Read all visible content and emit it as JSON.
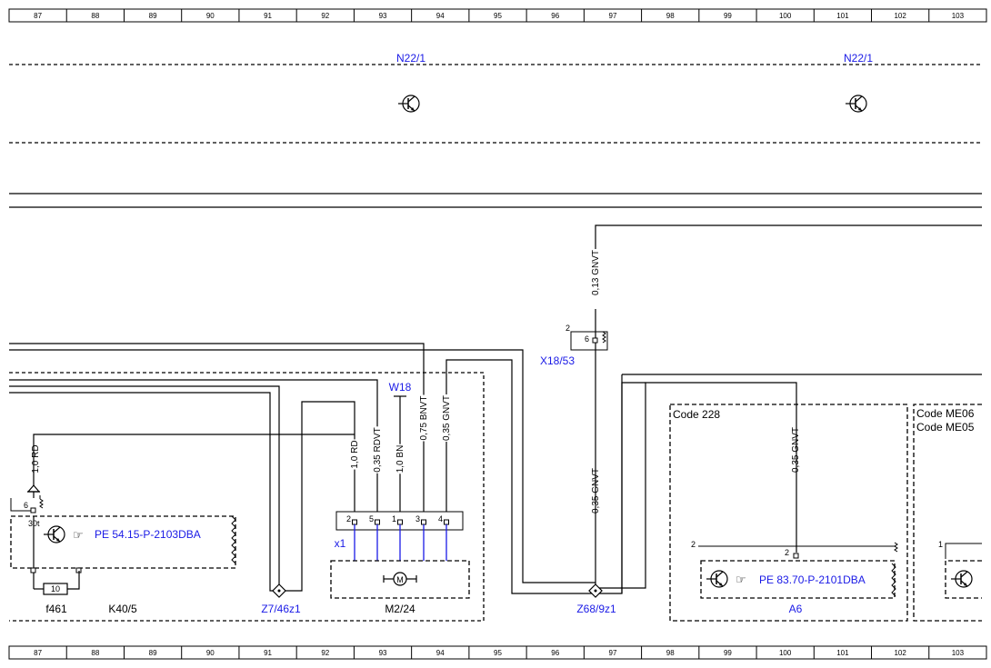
{
  "ruler": {
    "columns": [
      "87",
      "88",
      "89",
      "90",
      "91",
      "92",
      "93",
      "94",
      "95",
      "96",
      "97",
      "98",
      "99",
      "100",
      "101",
      "102",
      "103"
    ]
  },
  "components": {
    "n22_left": "N22/1",
    "n22_right": "N22/1",
    "w18": "W18",
    "x18_53": "X18/53",
    "x1": "x1",
    "z7": "Z7/46z1",
    "z68": "Z68/9z1",
    "a6": "A6",
    "f461": "f461",
    "k40": "K40/5",
    "m2": "M2/24",
    "code228": "Code 228",
    "code_me06": "Code ME06",
    "code_me05": "Code ME05",
    "pe_left": "PE 54.15-P-2103DBA",
    "pe_right": "PE 83.70-P-2101DBA",
    "hand_icon": "☞",
    "motor_label": "M",
    "fuse_value": "10",
    "pin_30t": "30t"
  },
  "wires": {
    "w_10rd": "1,0 RD",
    "w_10rd_b": "1,0 RD",
    "w_035rdvt": "0,35 RDVT",
    "w_10bn": "1,0 BN",
    "w_075bnvt": "0,75 BNVT",
    "w_035gnvt_a": "0,35 GNVT",
    "w_013gnvt": "0,13 GNVT",
    "w_035gnvt_b": "0,35 GNVT",
    "w_035gnvt_c": "0,35 GNVT"
  },
  "pins": {
    "x1": [
      "2",
      "5",
      "1",
      "3",
      "4"
    ],
    "x18_2": "2",
    "x18_6": "6",
    "k40_6": "6",
    "a6_2_outer": "2",
    "a6_2_inner": "2",
    "me_1": "1"
  }
}
